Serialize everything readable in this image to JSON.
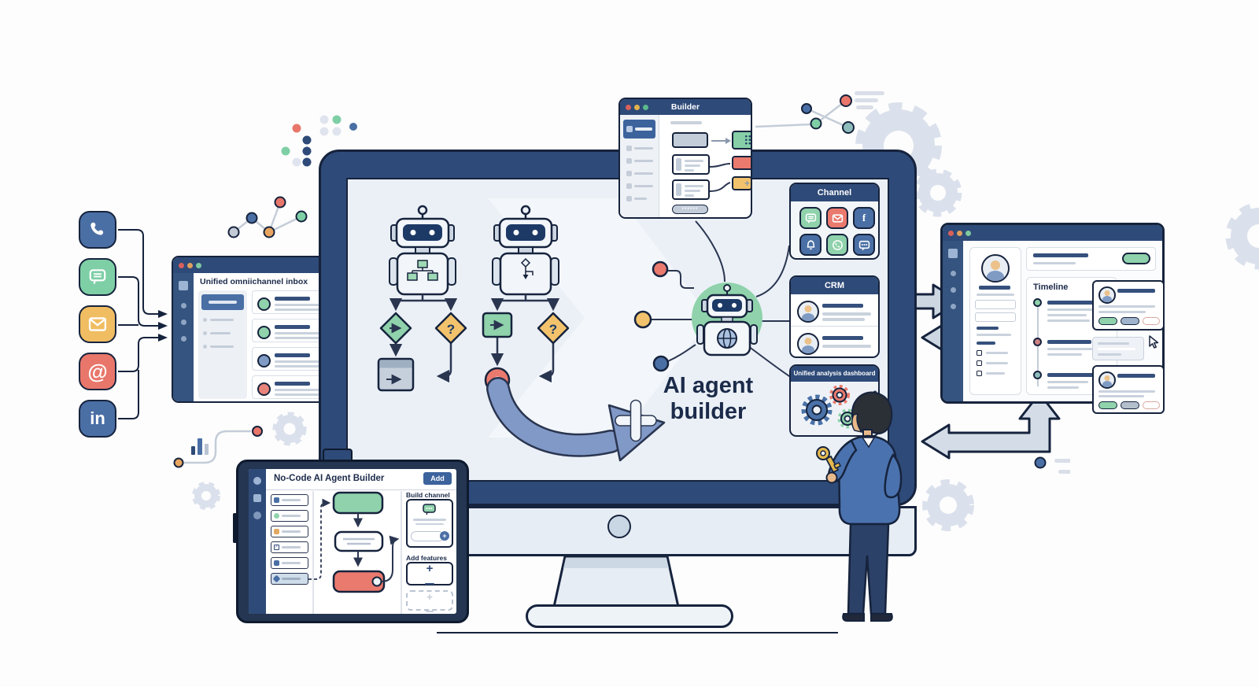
{
  "colors": {
    "outline_navy": "#16233d",
    "header_blue": "#2e4a78",
    "accent_blue": "#4a6fa5",
    "green": "#8fd2ab",
    "red": "#ea7a6e",
    "orange": "#f2c36c",
    "text_navy": "#1c2b4a",
    "arrow_blue": "#8199c7",
    "deco_gray": "#dbe1ec"
  },
  "social_channels": [
    {
      "icon": "phone-icon",
      "color": "#4a6fa5"
    },
    {
      "icon": "chat-icon",
      "color": "#7ecfa6"
    },
    {
      "icon": "email-icon",
      "color": "#f0bd62"
    },
    {
      "icon": "at-icon",
      "color": "#e8766a",
      "glyph": "@"
    },
    {
      "icon": "linkedin-icon",
      "color": "#4a6fa5",
      "glyph": "in"
    }
  ],
  "inbox_window": {
    "title": "Unified omniichannel inbox"
  },
  "builder_window": {
    "title": "Builder"
  },
  "screen_caption": {
    "line1": "AI agent",
    "line2": "builder",
    "question_mark": "?"
  },
  "channel_panel": {
    "title": "Channel",
    "facebook_glyph": "f"
  },
  "crm_panel": {
    "title": "CRM"
  },
  "dashboard_panel": {
    "title": "Unified analysis dashboard"
  },
  "tablet": {
    "title": "No-Code AI Agent Builder",
    "add_button": "Add",
    "build_channel_label": "Build channel",
    "add_features_label": "Add features"
  },
  "right_window": {
    "timeline_label": "Timeline"
  }
}
